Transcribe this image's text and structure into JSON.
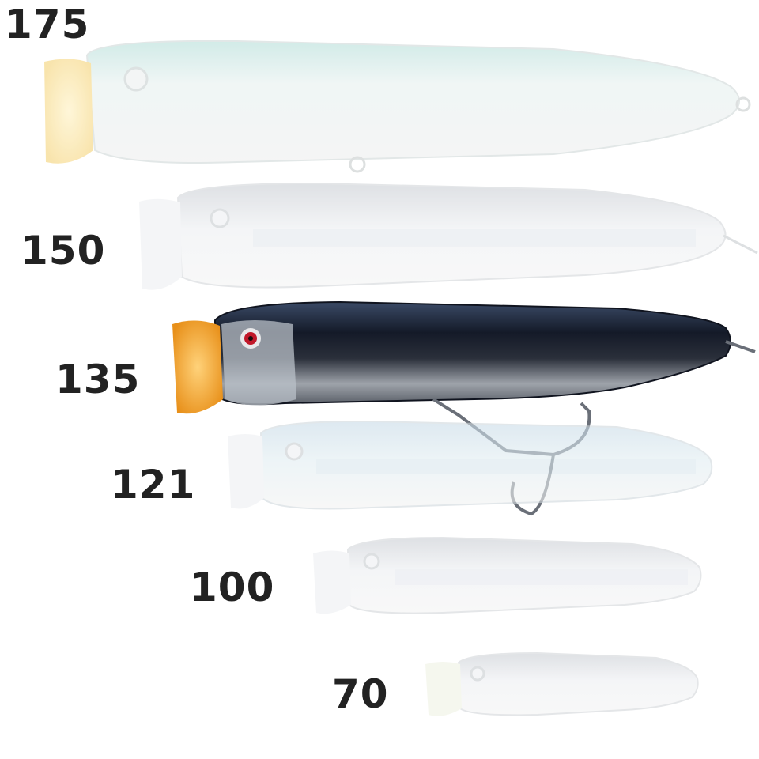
{
  "sizes": [
    {
      "label": "175",
      "variant": "faded-teal"
    },
    {
      "label": "150",
      "variant": "faded-silver"
    },
    {
      "label": "135",
      "variant": "highlighted-navy"
    },
    {
      "label": "121",
      "variant": "faded-blue"
    },
    {
      "label": "100",
      "variant": "faded-silver"
    },
    {
      "label": "70",
      "variant": "faded-silver"
    }
  ],
  "colors": {
    "text": "#222222",
    "highlight_body": "#1c2233",
    "highlight_cup": "#f2a52a",
    "eye": "#c0182a"
  }
}
